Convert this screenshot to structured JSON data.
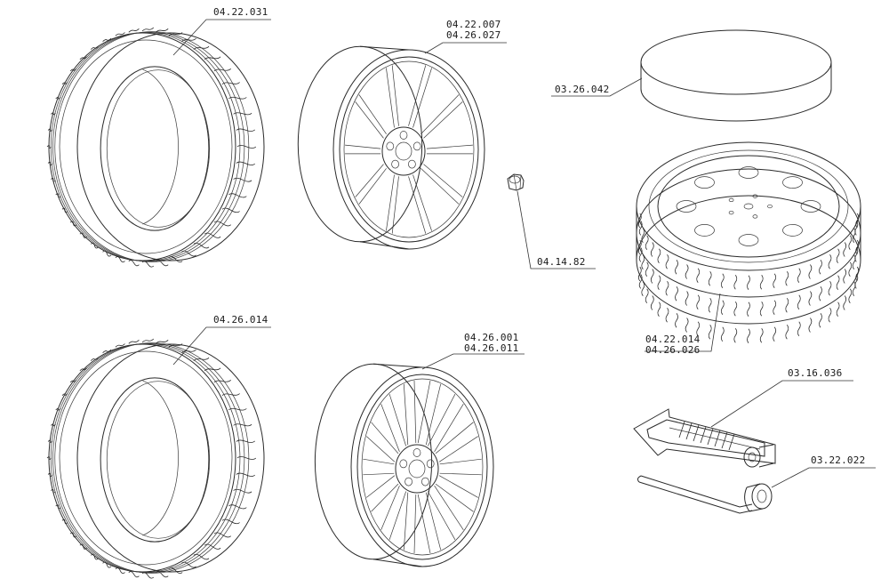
{
  "parts": {
    "tire_top": {
      "code": "04.22.031"
    },
    "wheel_top": {
      "codes": [
        "04.22.007",
        "04.26.027"
      ]
    },
    "cover": {
      "code": "03.26.042"
    },
    "nut": {
      "code": "04.14.82"
    },
    "tire_bottom": {
      "code": "04.26.014"
    },
    "wheel_bottom": {
      "codes": [
        "04.26.001",
        "04.26.011"
      ]
    },
    "spare_wheel": {
      "codes": [
        "04.22.014",
        "04.26.026"
      ]
    },
    "jack": {
      "code": "03.16.036"
    },
    "wrench": {
      "code": "03.22.022"
    }
  }
}
